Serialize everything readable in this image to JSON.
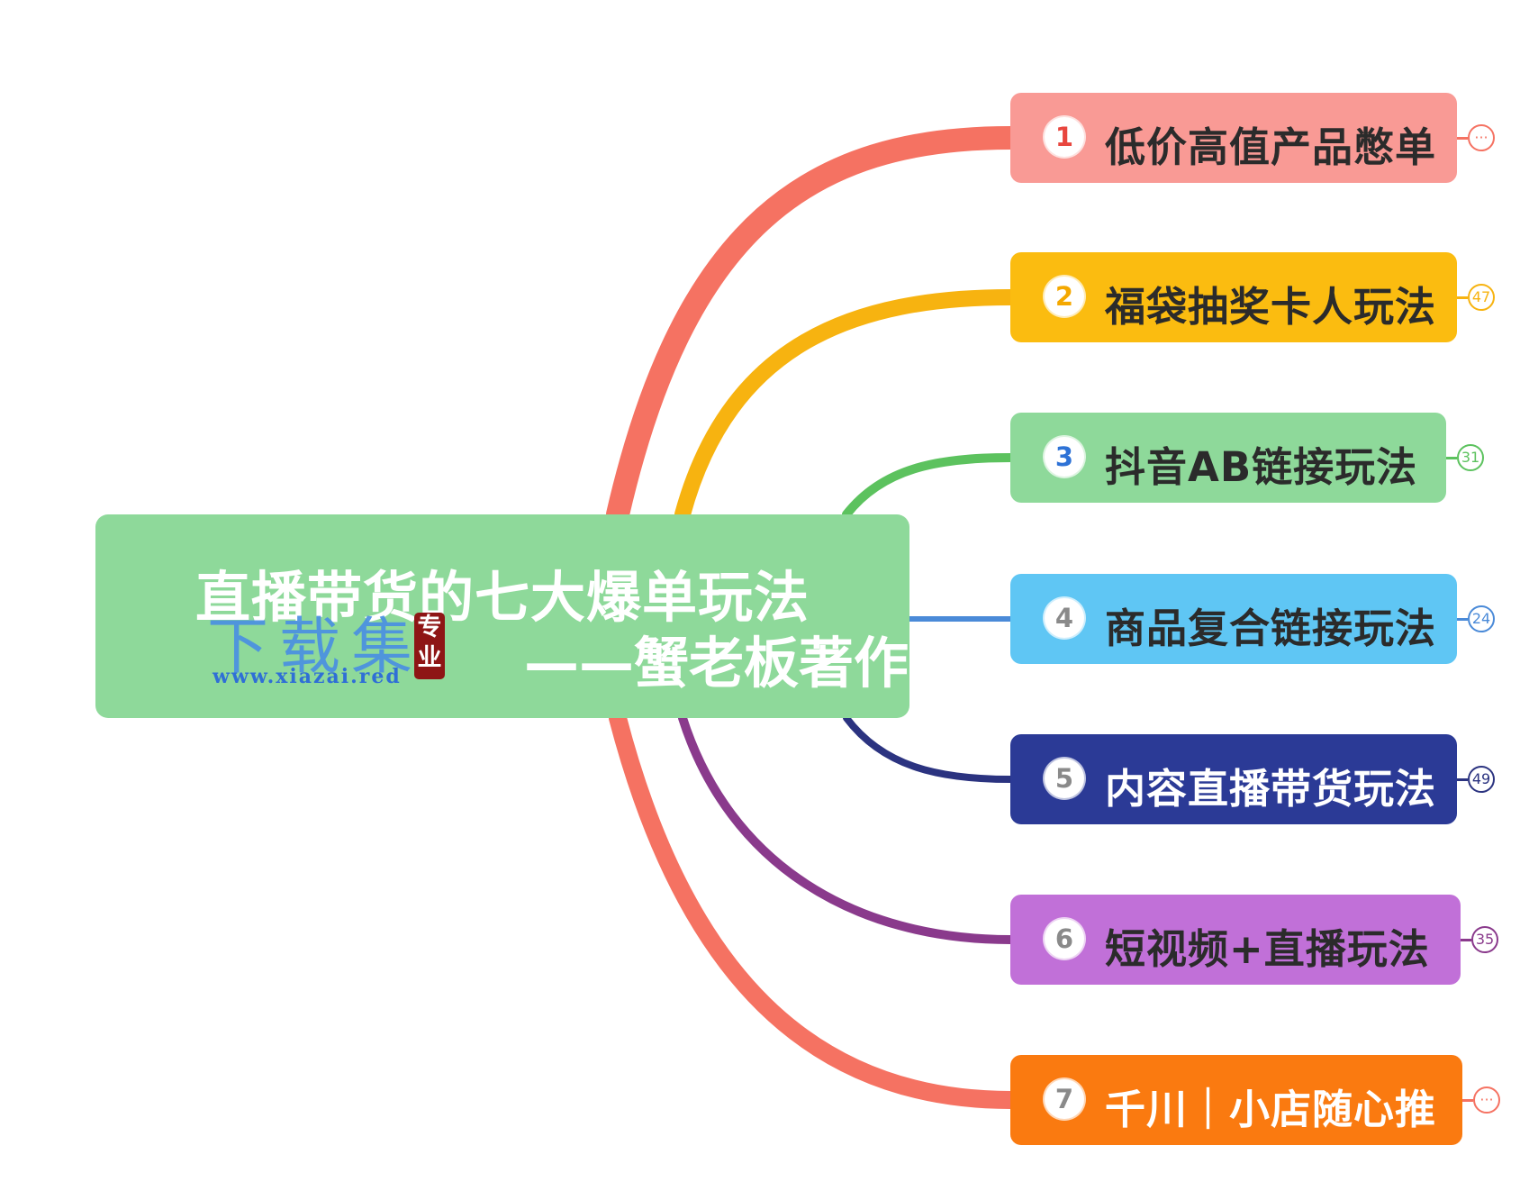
{
  "central": {
    "line1": "直播带货的七大爆单玩法",
    "line2": "——蟹老板著作",
    "color": "#8ed99a"
  },
  "watermark": {
    "chars": "下载集",
    "url": "www.xiazai.red",
    "seal": [
      "专",
      "业"
    ]
  },
  "branches": [
    {
      "num": "1",
      "label": "低价高值产品憋单",
      "count": "···",
      "color": "#f99a95",
      "line": "#f57262",
      "text": "#2b2b2b",
      "badge": "#e8463e"
    },
    {
      "num": "2",
      "label": "福袋抽奖卡人玩法",
      "count": "47",
      "color": "#fbbc10",
      "line": "#f7b310",
      "text": "#2b2b2b",
      "badge": "#f4a800"
    },
    {
      "num": "3",
      "label": "抖音AB链接玩法",
      "count": "31",
      "color": "#8ed99a",
      "line": "#5cc25e",
      "text": "#2b2b2b",
      "badge": "#2e72d6"
    },
    {
      "num": "4",
      "label": "商品复合链接玩法",
      "count": "24",
      "color": "#5fc6f4",
      "line": "#4a8ad8",
      "text": "#2b2b2b",
      "badge": "#8a8a8a"
    },
    {
      "num": "5",
      "label": "内容直播带货玩法",
      "count": "49",
      "color": "#2b3a96",
      "line": "#2b3380",
      "text": "#ffffff",
      "badge": "#8a8a8a"
    },
    {
      "num": "6",
      "label": "短视频+直播玩法",
      "count": "35",
      "color": "#c170d8",
      "line": "#8a3a8c",
      "text": "#2b2b2b",
      "badge": "#8a8a8a"
    },
    {
      "num": "7",
      "label": "千川｜小店随心推",
      "count": "···",
      "color": "#fa7a10",
      "line": "#f57262",
      "text": "#ffffff",
      "badge": "#8a8a8a"
    }
  ]
}
